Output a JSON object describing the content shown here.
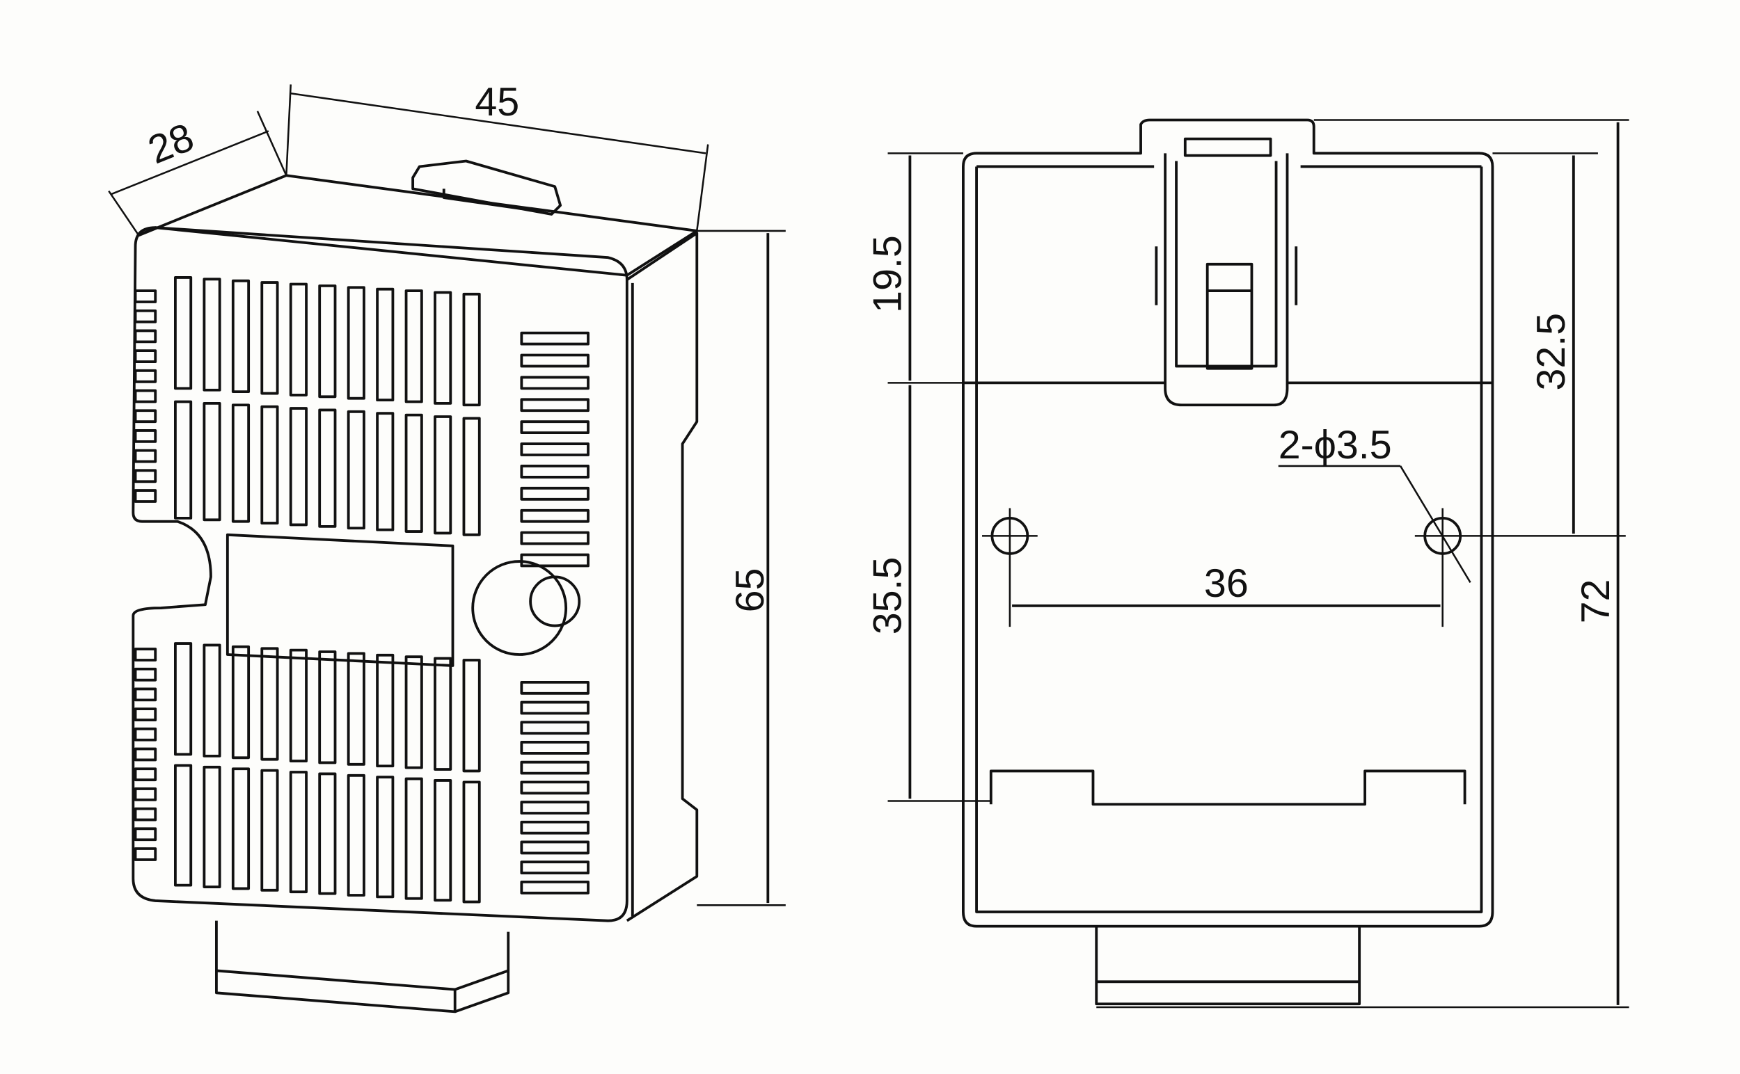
{
  "title": "Enclosure dimension drawing",
  "iso_view": {
    "depth": "28",
    "width": "45",
    "height": "65"
  },
  "front_view": {
    "top_section": "19.5",
    "lower_section": "35.5",
    "hole_height": "32.5",
    "overall_height": "72",
    "hole_spec": "2-ϕ3.5",
    "hole_spacing": "36"
  }
}
